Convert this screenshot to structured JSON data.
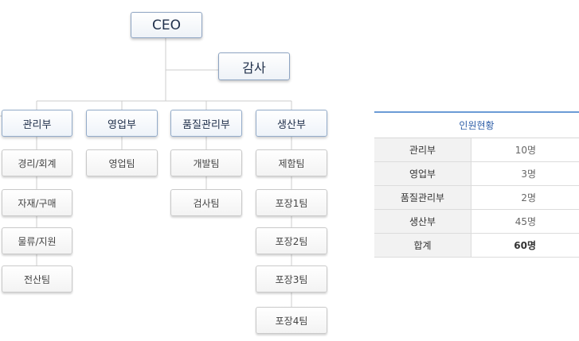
{
  "org": {
    "ceo": "CEO",
    "audit": "감사",
    "departments": [
      {
        "name": "관리부",
        "teams": [
          "경리/회계",
          "자재/구매",
          "물류/지원",
          "전산팀"
        ]
      },
      {
        "name": "영업부",
        "teams": [
          "영업팀"
        ]
      },
      {
        "name": "품질관리부",
        "teams": [
          "개발팀",
          "검사팀"
        ]
      },
      {
        "name": "생산부",
        "teams": [
          "제함팀",
          "포장1팀",
          "포장2팀",
          "포장3팀",
          "포장4팀"
        ]
      }
    ]
  },
  "staffing": {
    "title": "인원현황",
    "rows": [
      {
        "dept": "관리부",
        "count": "10명"
      },
      {
        "dept": "영업부",
        "count": "3명"
      },
      {
        "dept": "품질관리부",
        "count": "2명"
      },
      {
        "dept": "생산부",
        "count": "45명"
      }
    ],
    "total": {
      "label": "합계",
      "count": "60명"
    }
  },
  "colors": {
    "line": "#cccccc",
    "accent": "#6b9bd6",
    "title_text": "#2f5fa8"
  }
}
